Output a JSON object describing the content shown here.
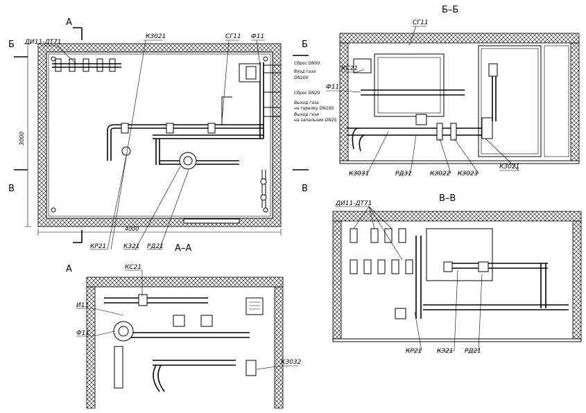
{
  "sections": {
    "plan_marks": {
      "a": "А",
      "b": "Б",
      "v": "В"
    },
    "bb_title": "Б–Б",
    "vv_title": "В–В",
    "aa_title": "А–А"
  },
  "labels": {
    "di_dt": "ДИ11-ДТ71",
    "kz021": "КЗ021",
    "sg11": "СГ11",
    "f11": "Ф11",
    "kr21": "КР21",
    "kz21": "КЗ21",
    "rd21": "РД21",
    "ks21": "КС21",
    "i11": "И11",
    "kz032": "КЗ032",
    "kz031": "КЗ031",
    "rd31": "РД31",
    "kz022": "КЗ022",
    "kz023": "КЗ023"
  },
  "dimensions": {
    "width": "4000",
    "height": "3000"
  },
  "notes": {
    "dn50": "Сброс DN50",
    "inlet1": "Вход газа",
    "inlet2": "DN100",
    "dn20": "Сброс DN20",
    "out_city1": "Выход газа",
    "out_city2": "на горелку DN100",
    "out_boil1": "Выход газа",
    "out_boil2": "на запальник DN25"
  }
}
